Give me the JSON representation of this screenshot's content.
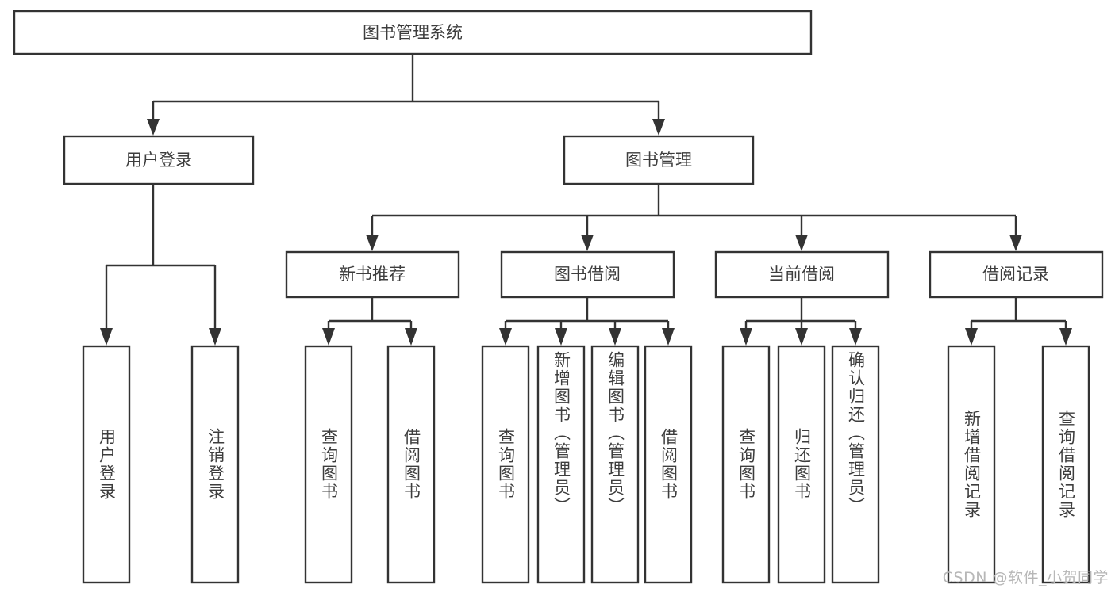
{
  "diagram": {
    "title": "图书管理系统",
    "type": "tree",
    "orientation": "top-down",
    "colors": {
      "box_fill": "#ffffff",
      "box_stroke": "#333333",
      "text": "#3d3d3d",
      "watermark": "#b7b7b7",
      "background": "#ffffff"
    },
    "root": {
      "id": "root",
      "label": "图书管理系统",
      "label_orientation": "horizontal"
    },
    "level2": [
      {
        "id": "user-login",
        "label": "用户登录",
        "label_orientation": "horizontal"
      },
      {
        "id": "book-manage",
        "label": "图书管理",
        "label_orientation": "horizontal"
      }
    ],
    "level3": [
      {
        "id": "new-book-recommend",
        "label": "新书推荐",
        "label_orientation": "horizontal",
        "parent": "book-manage"
      },
      {
        "id": "book-borrow",
        "label": "图书借阅",
        "label_orientation": "horizontal",
        "parent": "book-manage"
      },
      {
        "id": "current-borrow",
        "label": "当前借阅",
        "label_orientation": "horizontal",
        "parent": "book-manage"
      },
      {
        "id": "borrow-record",
        "label": "借阅记录",
        "label_orientation": "horizontal",
        "parent": "book-manage"
      }
    ],
    "leaves": [
      {
        "id": "leaf-user-login",
        "label": "用户登录",
        "parent": "user-login",
        "label_orientation": "vertical",
        "align": "center"
      },
      {
        "id": "leaf-logout-login",
        "label": "注销登录",
        "parent": "user-login",
        "label_orientation": "vertical",
        "align": "center"
      },
      {
        "id": "leaf-query-book-1",
        "label": "查询图书",
        "parent": "new-book-recommend",
        "label_orientation": "vertical",
        "align": "center"
      },
      {
        "id": "leaf-borrow-book-1",
        "label": "借阅图书",
        "parent": "new-book-recommend",
        "label_orientation": "vertical",
        "align": "center"
      },
      {
        "id": "leaf-query-book-2",
        "label": "查询图书",
        "parent": "book-borrow",
        "label_orientation": "vertical",
        "align": "center"
      },
      {
        "id": "leaf-add-book-admin",
        "label": "新增图书（管理员）",
        "parent": "book-borrow",
        "label_orientation": "vertical",
        "align": "top"
      },
      {
        "id": "leaf-edit-book-admin",
        "label": "编辑图书（管理员）",
        "parent": "book-borrow",
        "label_orientation": "vertical",
        "align": "top"
      },
      {
        "id": "leaf-borrow-book-2",
        "label": "借阅图书",
        "parent": "book-borrow",
        "label_orientation": "vertical",
        "align": "center"
      },
      {
        "id": "leaf-query-book-3",
        "label": "查询图书",
        "parent": "current-borrow",
        "label_orientation": "vertical",
        "align": "center"
      },
      {
        "id": "leaf-return-book",
        "label": "归还图书",
        "parent": "current-borrow",
        "label_orientation": "vertical",
        "align": "center"
      },
      {
        "id": "leaf-confirm-return-admin",
        "label": "确认归还（管理员）",
        "parent": "current-borrow",
        "label_orientation": "vertical",
        "align": "top"
      },
      {
        "id": "leaf-add-borrow-record",
        "label": "新增借阅记录",
        "parent": "borrow-record",
        "label_orientation": "vertical",
        "align": "center"
      },
      {
        "id": "leaf-query-borrow-record",
        "label": "查询借阅记录",
        "parent": "borrow-record",
        "label_orientation": "vertical",
        "align": "center"
      }
    ]
  },
  "watermark": {
    "text": "CSDN @软件_小贺同学"
  }
}
